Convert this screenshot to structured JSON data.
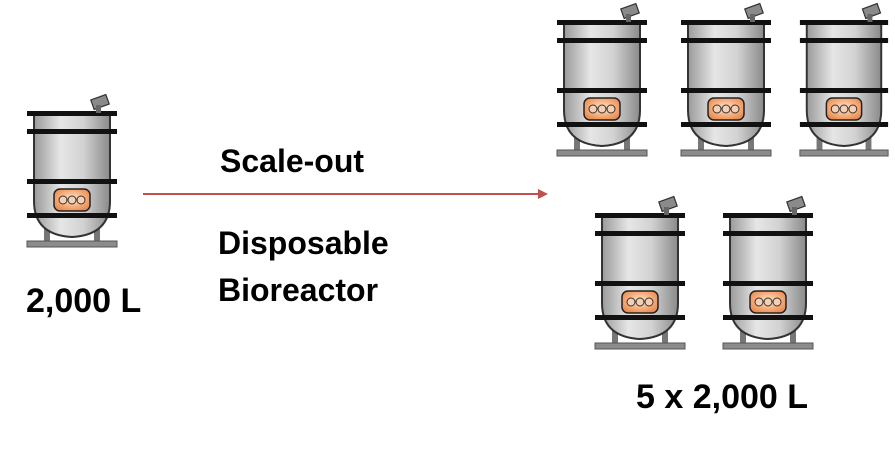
{
  "labels": {
    "single_volume": "2,000 L",
    "process_top": "Scale-out",
    "process_bottom_line1": "Disposable",
    "process_bottom_line2": "Bioreactor",
    "multi_volume": "5 x 2,000 L"
  },
  "colors": {
    "arrow": "#c0504d",
    "vessel_body": "#c8c8c8",
    "vessel_band": "#111111",
    "window": "#f0a070",
    "base": "#8c8c8c"
  },
  "icons": {
    "vessel": "bioreactor-vessel-icon",
    "arrow": "arrow-right-icon"
  }
}
